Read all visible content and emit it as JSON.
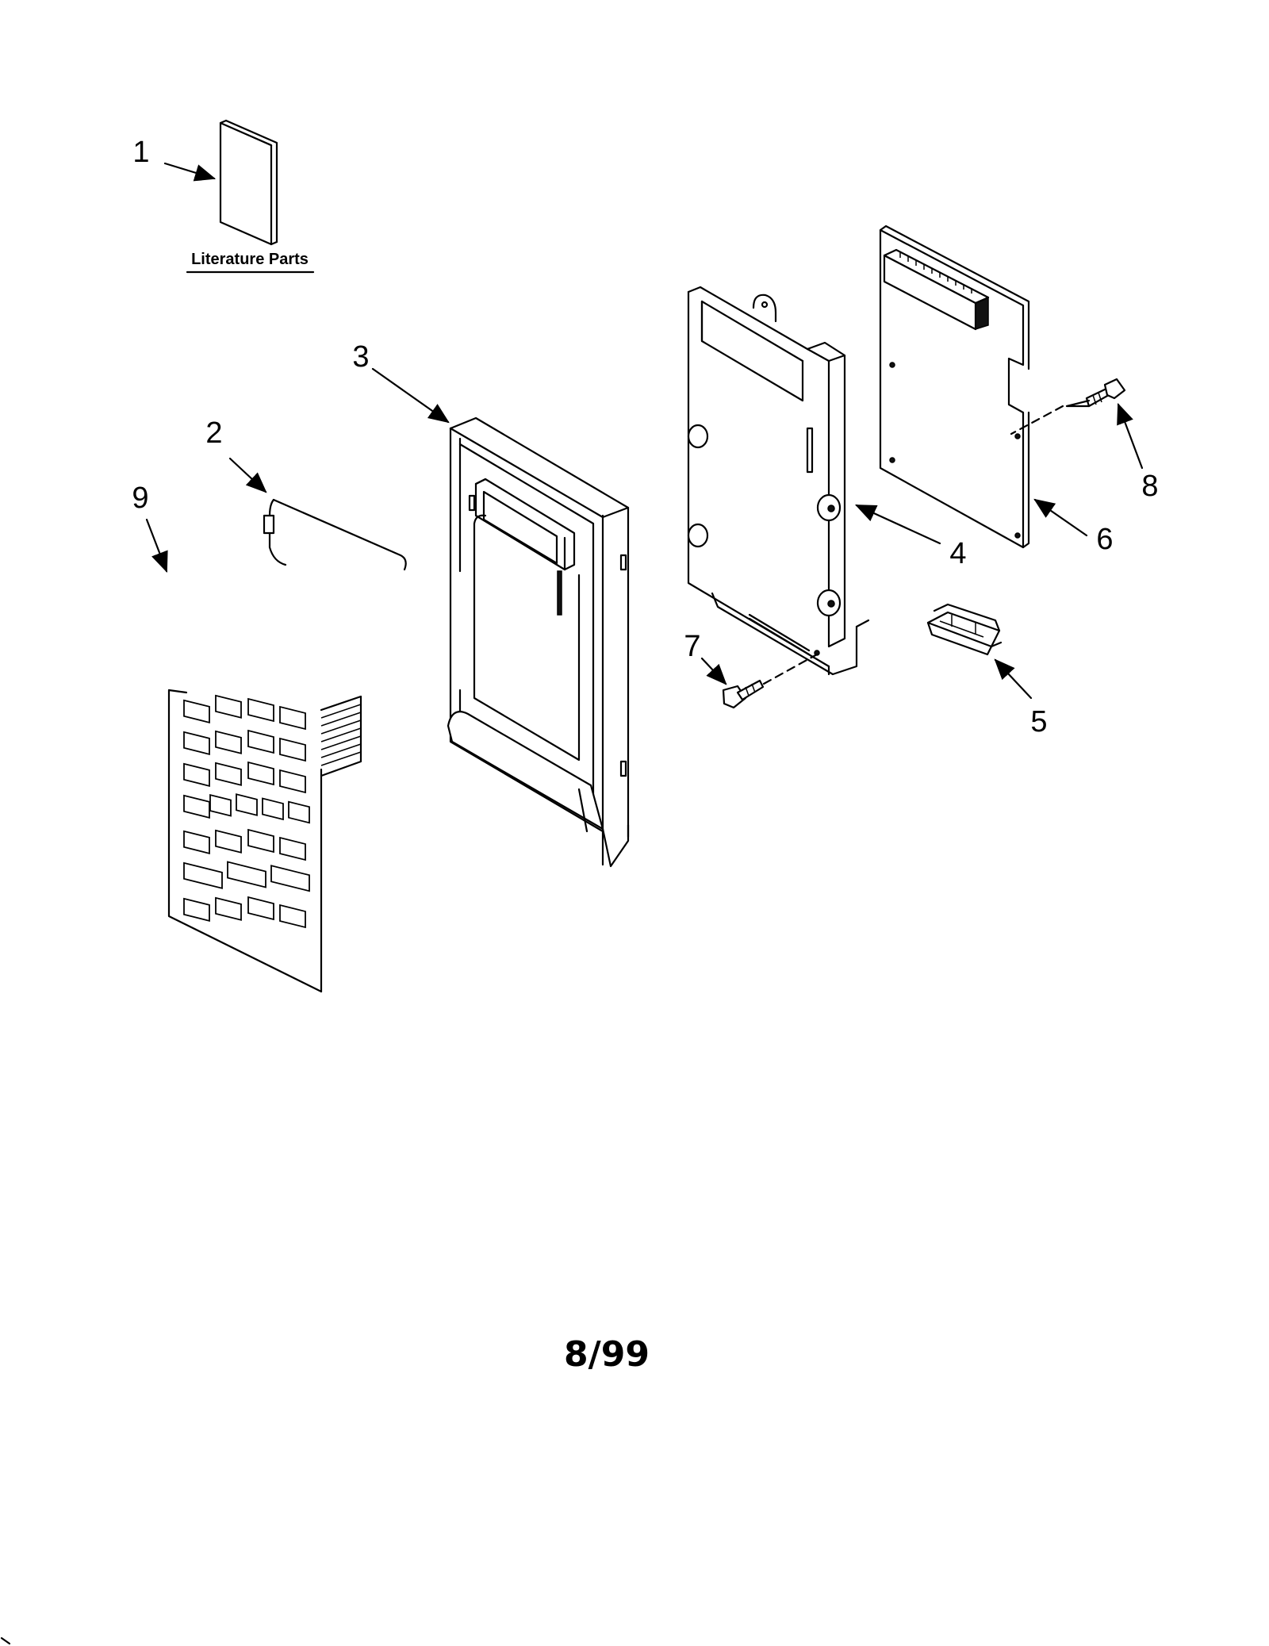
{
  "parts": [
    {
      "number": "1",
      "name_icon": "literature-booklet-icon"
    },
    {
      "number": "2",
      "name_icon": "window-film-icon"
    },
    {
      "number": "3",
      "name_icon": "control-panel-frame-icon"
    },
    {
      "number": "4",
      "name_icon": "control-bracket-icon"
    },
    {
      "number": "5",
      "name_icon": "switch-holder-icon"
    },
    {
      "number": "6",
      "name_icon": "circuit-board-icon"
    },
    {
      "number": "7",
      "name_icon": "screw-icon"
    },
    {
      "number": "8",
      "name_icon": "screw-icon"
    },
    {
      "number": "9",
      "name_icon": "keypad-membrane-icon"
    }
  ],
  "literature_label": "Literature Parts",
  "footer_date": "8/99",
  "colors": {
    "ink": "#000000",
    "paper": "#ffffff"
  }
}
